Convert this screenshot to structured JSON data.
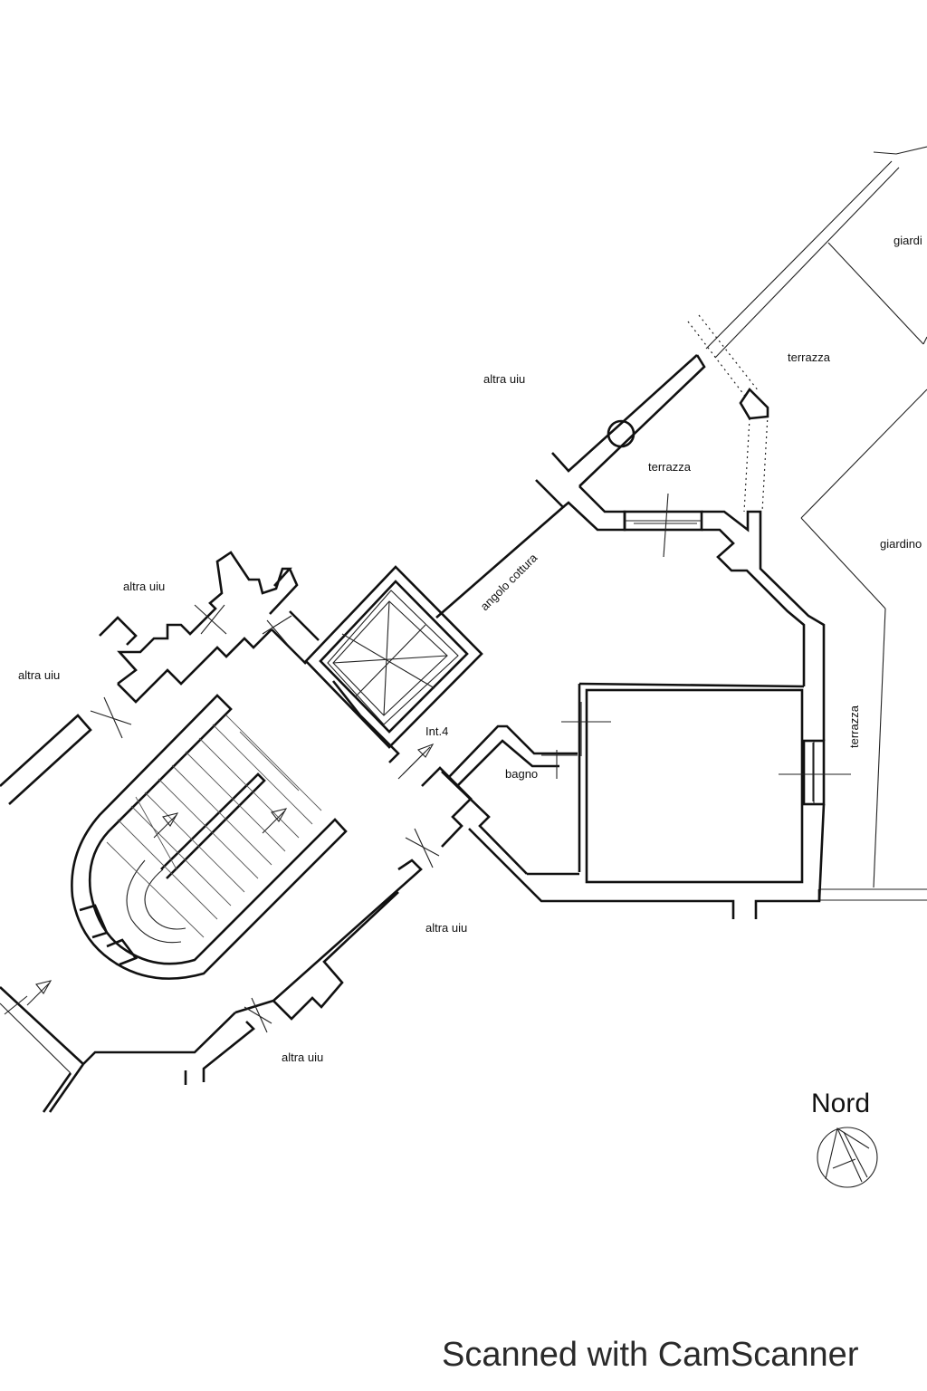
{
  "labels": {
    "giardino_top": "giardi",
    "terrazza_top": "terrazza",
    "altra_uiu_top": "altra uiu",
    "terrazza_mid": "terrazza",
    "giardino_right": "giardino",
    "angolo_cottura": "angolo cottura",
    "altra_uiu_left1": "altra uiu",
    "altra_uiu_left2": "altra uiu",
    "terrazza_vertical": "terrazza",
    "int4": "Int.4",
    "bagno": "bagno",
    "altra_uiu_bottom1": "altra uiu",
    "altra_uiu_bottom2": "altra uiu",
    "nord": "Nord"
  },
  "watermark": "Scanned with CamScanner",
  "colors": {
    "ink": "#111111",
    "paper": "#ffffff"
  },
  "icons": {
    "north_arrow": "north-arrow-icon"
  }
}
